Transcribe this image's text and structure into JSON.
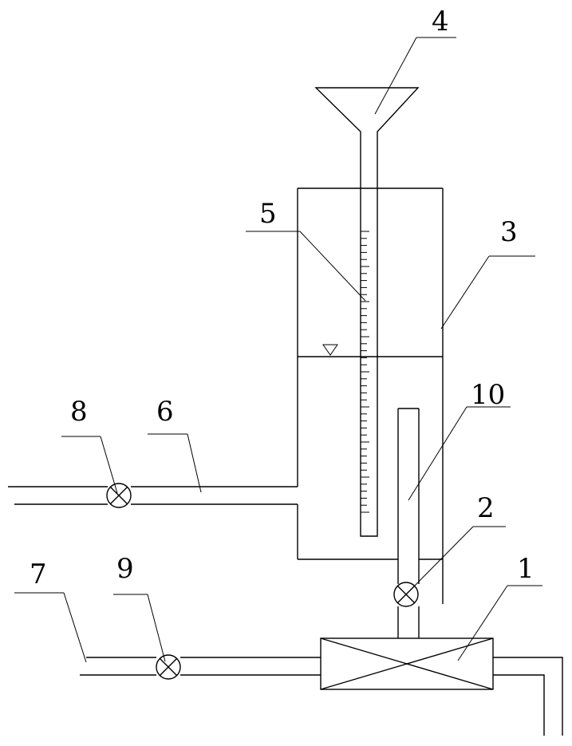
{
  "labels": {
    "l1": "1",
    "l2": "2",
    "l3": "3",
    "l4": "4",
    "l5": "5",
    "l6": "6",
    "l7": "7",
    "l8": "8",
    "l9": "9",
    "l10": "10"
  },
  "scale": {
    "tick_count": 41
  }
}
